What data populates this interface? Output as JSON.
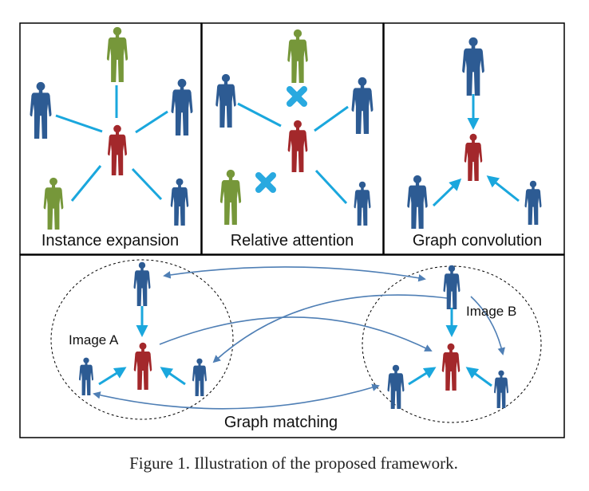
{
  "panels": {
    "instance_expansion": "Instance expansion",
    "relative_attention": "Relative attention",
    "graph_convolution": "Graph convolution",
    "graph_matching": "Graph matching"
  },
  "images": {
    "a": "Image A",
    "b": "Image B"
  },
  "caption": "Figure 1. Illustration of the proposed framework.",
  "colors": {
    "blue_person": "#2d5b93",
    "green_person": "#76973a",
    "red_person": "#a3282b",
    "edge": "#1aa7dd",
    "match_arrow": "#4f7fb5",
    "cross": "#29a9e0",
    "border": "#000000"
  },
  "icons": [
    "person-silhouette-icon",
    "cross-icon"
  ]
}
